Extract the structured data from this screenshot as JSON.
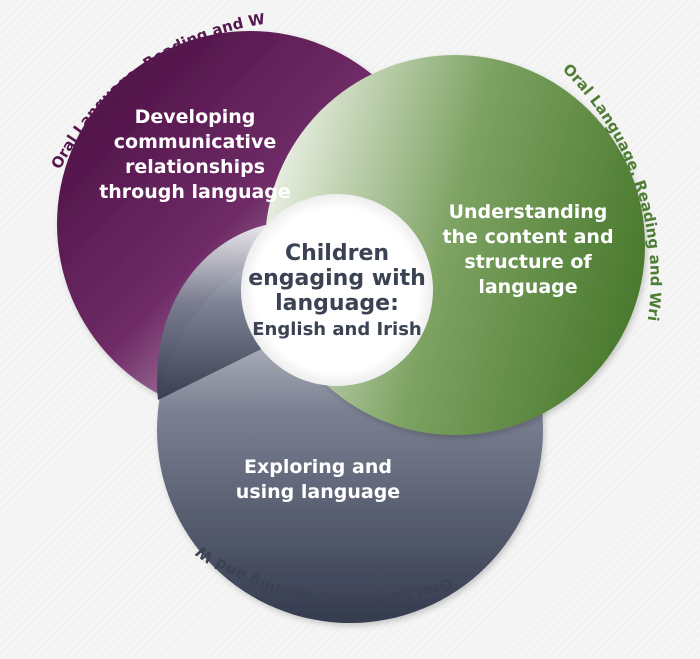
{
  "center": {
    "line1": "Children",
    "line2": "engaging with",
    "line3": "language:",
    "line4": "English and Irish"
  },
  "segments": {
    "purple": {
      "line1": "Developing",
      "line2": "communicative",
      "line3": "relationships",
      "line4": "through language"
    },
    "green": {
      "line1": "Understanding",
      "line2": "the content and",
      "line3": "structure of",
      "line4": "language"
    },
    "slate": {
      "line1": "Exploring and",
      "line2": "using language"
    }
  },
  "ring_labels": {
    "purple": "Oral Language, Reading and Writing",
    "green": "Oral Language, Reading and Writing",
    "slate": "Oral Language, Reading and Writing"
  },
  "colors": {
    "purple": "#56184f",
    "green": "#4e7d34",
    "slate": "#3b4254",
    "center": "#ffffff"
  }
}
